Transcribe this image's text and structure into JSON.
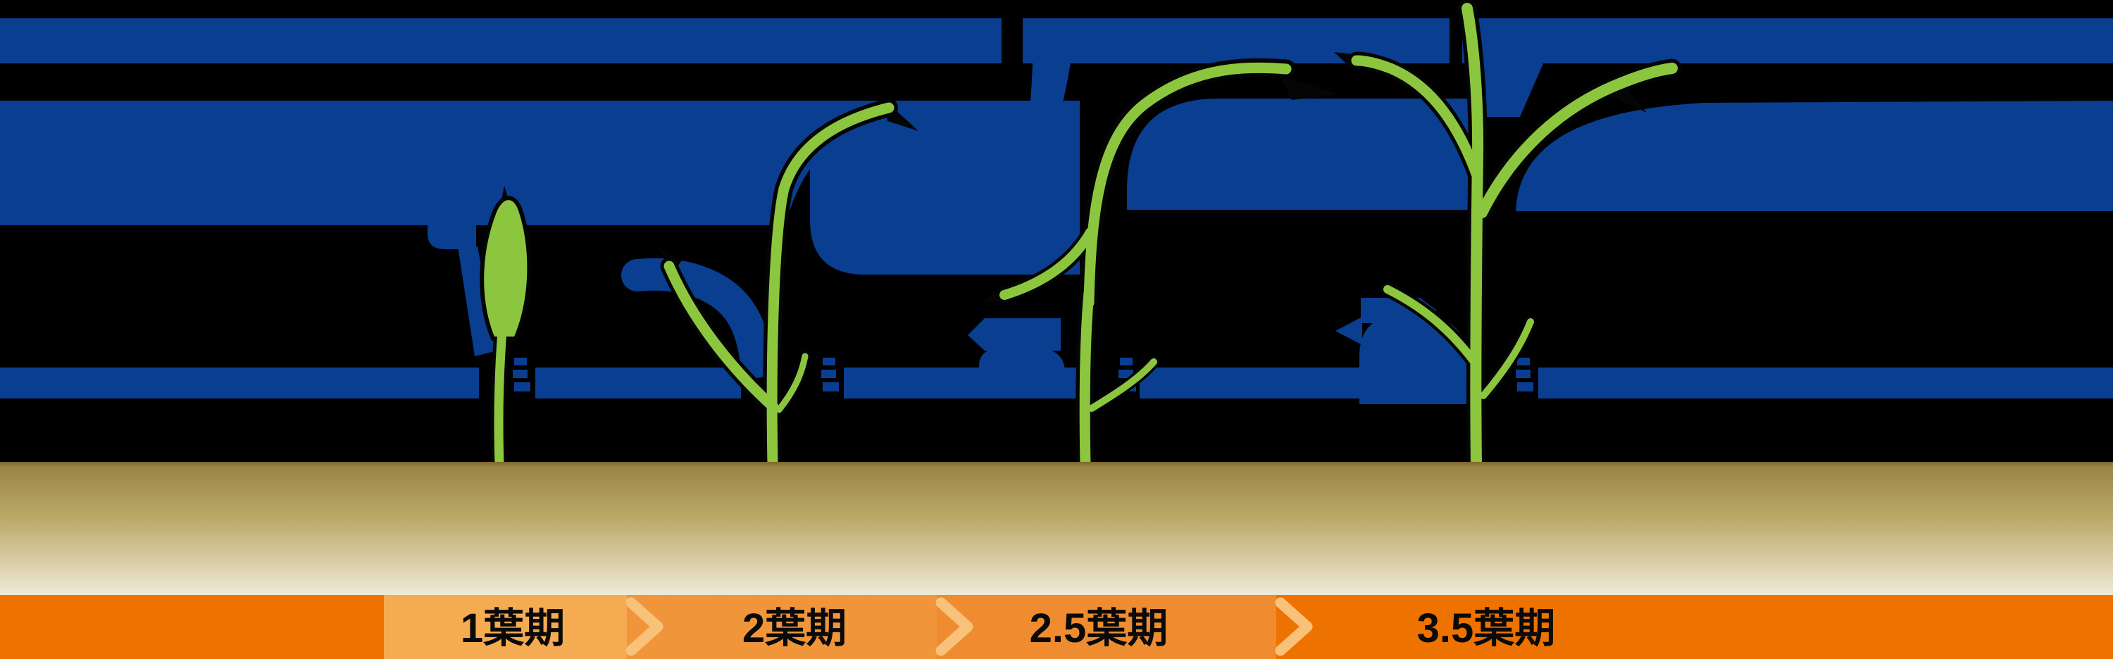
{
  "colors": {
    "background": "#000000",
    "callout_blue": "#0a3e91",
    "leaf_green": "#8cc63e",
    "outline_black": "#050505",
    "soil_top": "#7c6729",
    "soil_upper": "#9b8546",
    "soil_mid": "#bba968",
    "soil_low": "#ddd3b2",
    "soil_bottom": "#eeead9"
  },
  "bar": {
    "text_color": "#0a0a0a",
    "chevron_color": "#f9c27a",
    "segments": [
      {
        "label": "",
        "color": "#ee7200"
      },
      {
        "label": "1葉期",
        "color": "#f5ab51"
      },
      {
        "label": "2葉期",
        "color": "#f0953a"
      },
      {
        "label": "2.5葉期",
        "color": "#ee8c2f"
      },
      {
        "label": "3.5葉期",
        "color": "#ee7200"
      }
    ]
  },
  "seedlings": [
    {
      "name": "seedling-1-leaf-stage",
      "stage": "1葉期"
    },
    {
      "name": "seedling-2-leaf-stage",
      "stage": "2葉期"
    },
    {
      "name": "seedling-2-5-leaf-stage",
      "stage": "2.5葉期"
    },
    {
      "name": "seedling-3-5-leaf-stage",
      "stage": "3.5葉期"
    }
  ]
}
